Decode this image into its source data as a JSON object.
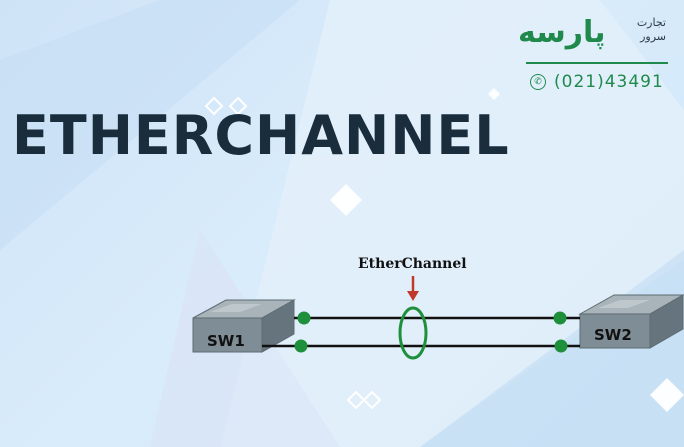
{
  "title": "ETHERCHANNEL",
  "logo": {
    "brand_name": "پارسه",
    "tagline_line1": "تجارت",
    "tagline_line2": "سرور",
    "phone_icon": "phone-icon",
    "phone_number": "(021)43491"
  },
  "diagram": {
    "bundle_label": "EtherChannel",
    "switches": [
      "SW1",
      "SW2"
    ],
    "link_count": 2,
    "colors": {
      "switch_body": "#7d8c94",
      "switch_top": "#9aa7ad",
      "link": "#111111",
      "port_dot": "#1e8f3a",
      "bundle_ring": "#1e8f3a",
      "pointer_arrow": "#c0392b"
    }
  },
  "colors": {
    "title": "#1a2d3d",
    "brand": "#1f8a4c",
    "background": "#d4e8f8"
  }
}
